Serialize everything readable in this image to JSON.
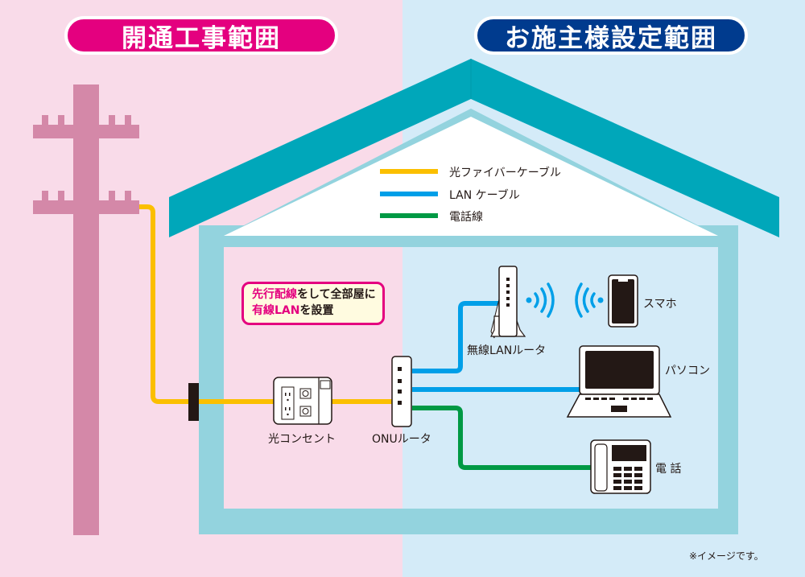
{
  "zones": {
    "left_title": "開通工事範囲",
    "right_title": "お施主様設定範囲",
    "left_color": "#e4007f",
    "right_color": "#003b8e"
  },
  "legend": [
    {
      "label": "光ファイバーケーブル",
      "color": "#fbbf00"
    },
    {
      "label": "LAN ケーブル",
      "color": "#009fe8"
    },
    {
      "label": "電話線",
      "color": "#009944"
    }
  ],
  "callout": {
    "line1_highlight": "先行配線",
    "line1_rest": "をして全部屋に",
    "line2_highlight": "有線LAN",
    "line2_rest": "を設置"
  },
  "devices": {
    "optical_outlet": "光コンセント",
    "onu_router": "ONUルータ",
    "wireless_router": "無線LANルータ",
    "smartphone": "スマホ",
    "pc": "パソコン",
    "phone": "電 話"
  },
  "note": "※イメージです。",
  "icons": [
    "utility-pole-icon",
    "wall-jack-icon",
    "onu-router-icon",
    "wireless-router-icon",
    "wifi-signal-icon",
    "smartphone-icon",
    "laptop-icon",
    "telephone-icon"
  ]
}
